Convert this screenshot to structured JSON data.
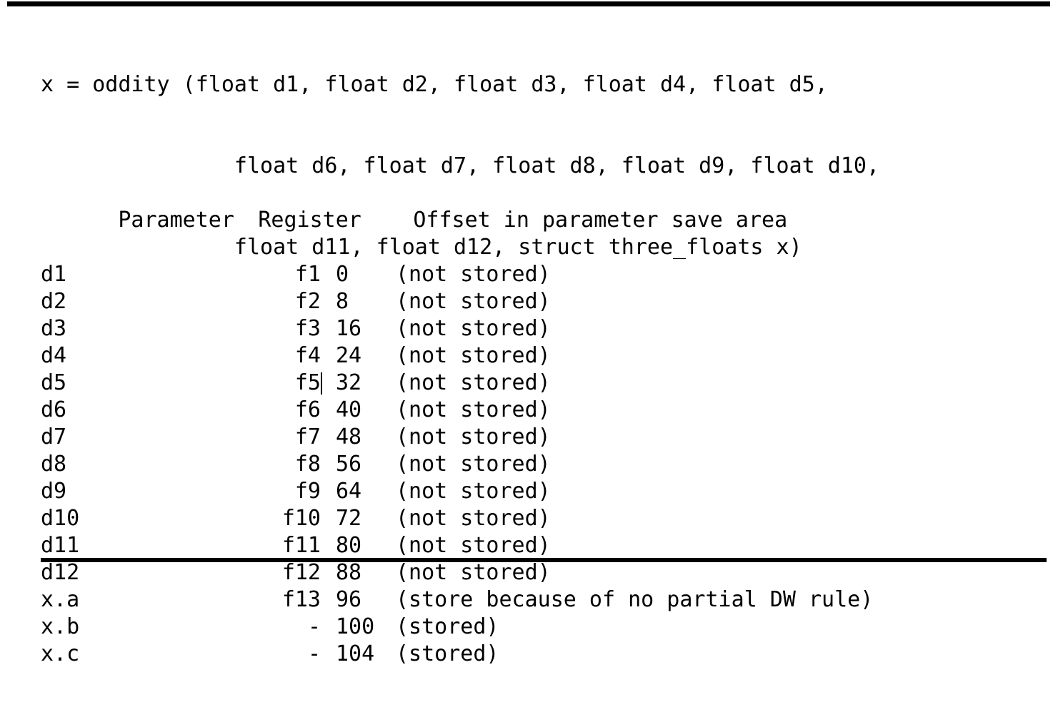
{
  "document": {
    "signature": {
      "lines": [
        "x = oddity (float d1, float d2, float d3, float d4, float d5,",
        "               float d6, float d7, float d8, float d9, float d10,",
        "               float d11, float d12, struct three_floats x)"
      ]
    },
    "table": {
      "headers": {
        "parameter": "Parameter",
        "register": "Register",
        "offset": "Offset in parameter save area"
      },
      "rows": [
        {
          "parameter": "d1",
          "register": "f1",
          "offset": "0",
          "note": "(not stored)",
          "caret": false
        },
        {
          "parameter": "d2",
          "register": "f2",
          "offset": "8",
          "note": "(not stored)",
          "caret": false
        },
        {
          "parameter": "d3",
          "register": "f3",
          "offset": "16",
          "note": "(not stored)",
          "caret": false
        },
        {
          "parameter": "d4",
          "register": "f4",
          "offset": "24",
          "note": "(not stored)",
          "caret": false
        },
        {
          "parameter": "d5",
          "register": "f5",
          "offset": "32",
          "note": "(not stored)",
          "caret": true
        },
        {
          "parameter": "d6",
          "register": "f6",
          "offset": "40",
          "note": "(not stored)",
          "caret": false
        },
        {
          "parameter": "d7",
          "register": "f7",
          "offset": "48",
          "note": "(not stored)",
          "caret": false
        },
        {
          "parameter": "d8",
          "register": "f8",
          "offset": "56",
          "note": "(not stored)",
          "caret": false
        },
        {
          "parameter": "d9",
          "register": "f9",
          "offset": "64",
          "note": "(not stored)",
          "caret": false
        },
        {
          "parameter": "d10",
          "register": "f10",
          "offset": "72",
          "note": "(not stored)",
          "caret": false
        },
        {
          "parameter": "d11",
          "register": "f11",
          "offset": "80",
          "note": "(not stored)",
          "caret": false
        },
        {
          "parameter": "d12",
          "register": "f12",
          "offset": "88",
          "note": "(not stored)",
          "caret": false
        },
        {
          "parameter": "x.a",
          "register": "f13",
          "offset": "96",
          "note": "(store because of no partial DW rule)",
          "caret": false
        },
        {
          "parameter": "x.b",
          "register": "-",
          "offset": "100",
          "note": "(stored)",
          "caret": false
        },
        {
          "parameter": "x.c",
          "register": "-",
          "offset": "104",
          "note": "(stored)",
          "caret": false
        }
      ]
    },
    "colors": {
      "background": "#ffffff",
      "text": "#000000",
      "rule": "#000000"
    }
  }
}
